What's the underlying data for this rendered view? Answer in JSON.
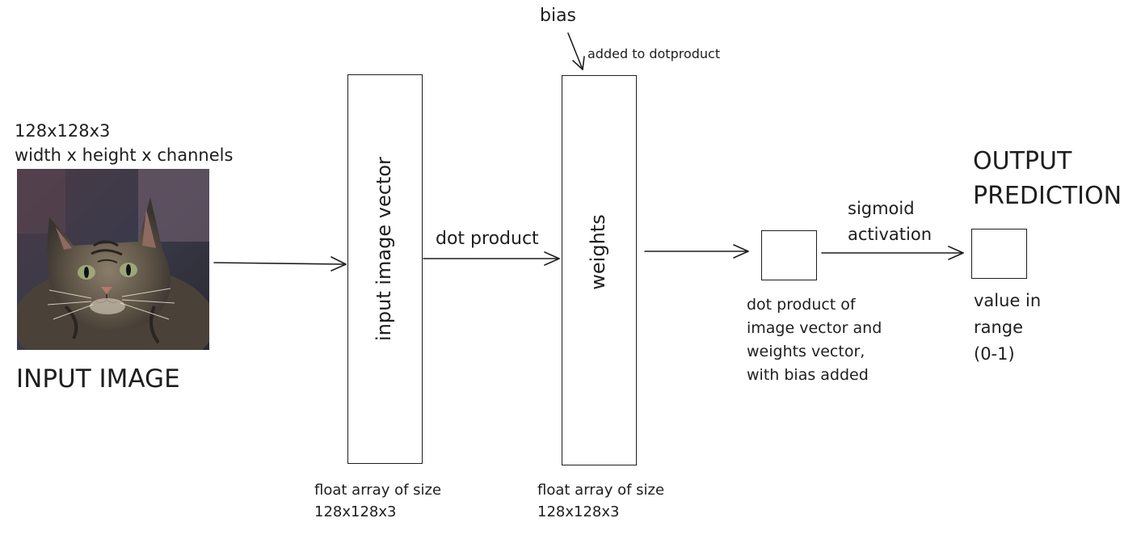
{
  "input": {
    "dims": "128x128x3",
    "dims_desc": "width x height x channels",
    "title": "INPUT IMAGE"
  },
  "vector_box": {
    "label": "input image vector",
    "caption_line1": "float array of size",
    "caption_line2": "128x128x3"
  },
  "dot_product_label": "dot product",
  "weights_box": {
    "label": "weights",
    "caption_line1": "float array of size",
    "caption_line2": "128x128x3"
  },
  "bias": {
    "label": "bias",
    "note": "added to dotproduct"
  },
  "result_box": {
    "caption": "dot product of image vector and weights vector, with bias added"
  },
  "activation": {
    "line1": "sigmoid",
    "line2": "activation"
  },
  "output": {
    "title_line1": "OUTPUT",
    "title_line2": "PREDICTION",
    "caption_line1": "value in",
    "caption_line2": "range",
    "caption_line3": "(0-1)"
  },
  "colors": {
    "stroke": "#1e1e1e",
    "background": "#ffffff"
  }
}
